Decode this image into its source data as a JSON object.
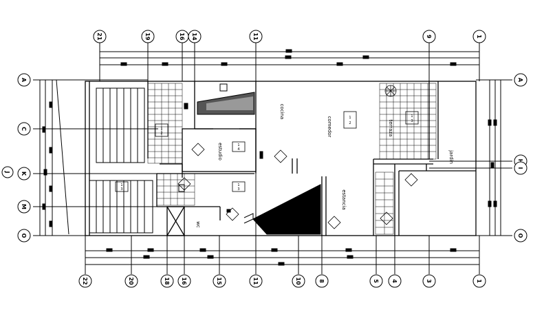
{
  "drawing": {
    "top_axes": [
      "21",
      "19",
      "16",
      "14",
      "11",
      "9",
      "1"
    ],
    "bottom_axes": [
      "22",
      "20",
      "18",
      "16",
      "15",
      "11",
      "10",
      "8",
      "5",
      "4",
      "3",
      "1"
    ],
    "left_axes": [
      "A",
      "C",
      "K",
      "M",
      "O"
    ],
    "left_axis_extra": "J",
    "right_axes": [
      "A",
      "H",
      "I",
      "O"
    ],
    "rooms": {
      "cocina": "cocina",
      "comedor": "comedor",
      "terraza": "terraza",
      "estudio": "estudio",
      "jardin": "jardin",
      "estancia": "estancia",
      "wc": "wc"
    },
    "tags": {
      "t1": [
        "1",
        "2"
      ],
      "t2": [
        "1",
        "4"
      ],
      "t3": [
        "1",
        "3"
      ],
      "t4": [
        "1",
        "3"
      ],
      "t5": [
        "1",
        "2"
      ],
      "t6": [
        "1",
        "3"
      ]
    },
    "colors": {
      "line": "#000000",
      "background": "#ffffff",
      "fill": "#000000"
    }
  }
}
